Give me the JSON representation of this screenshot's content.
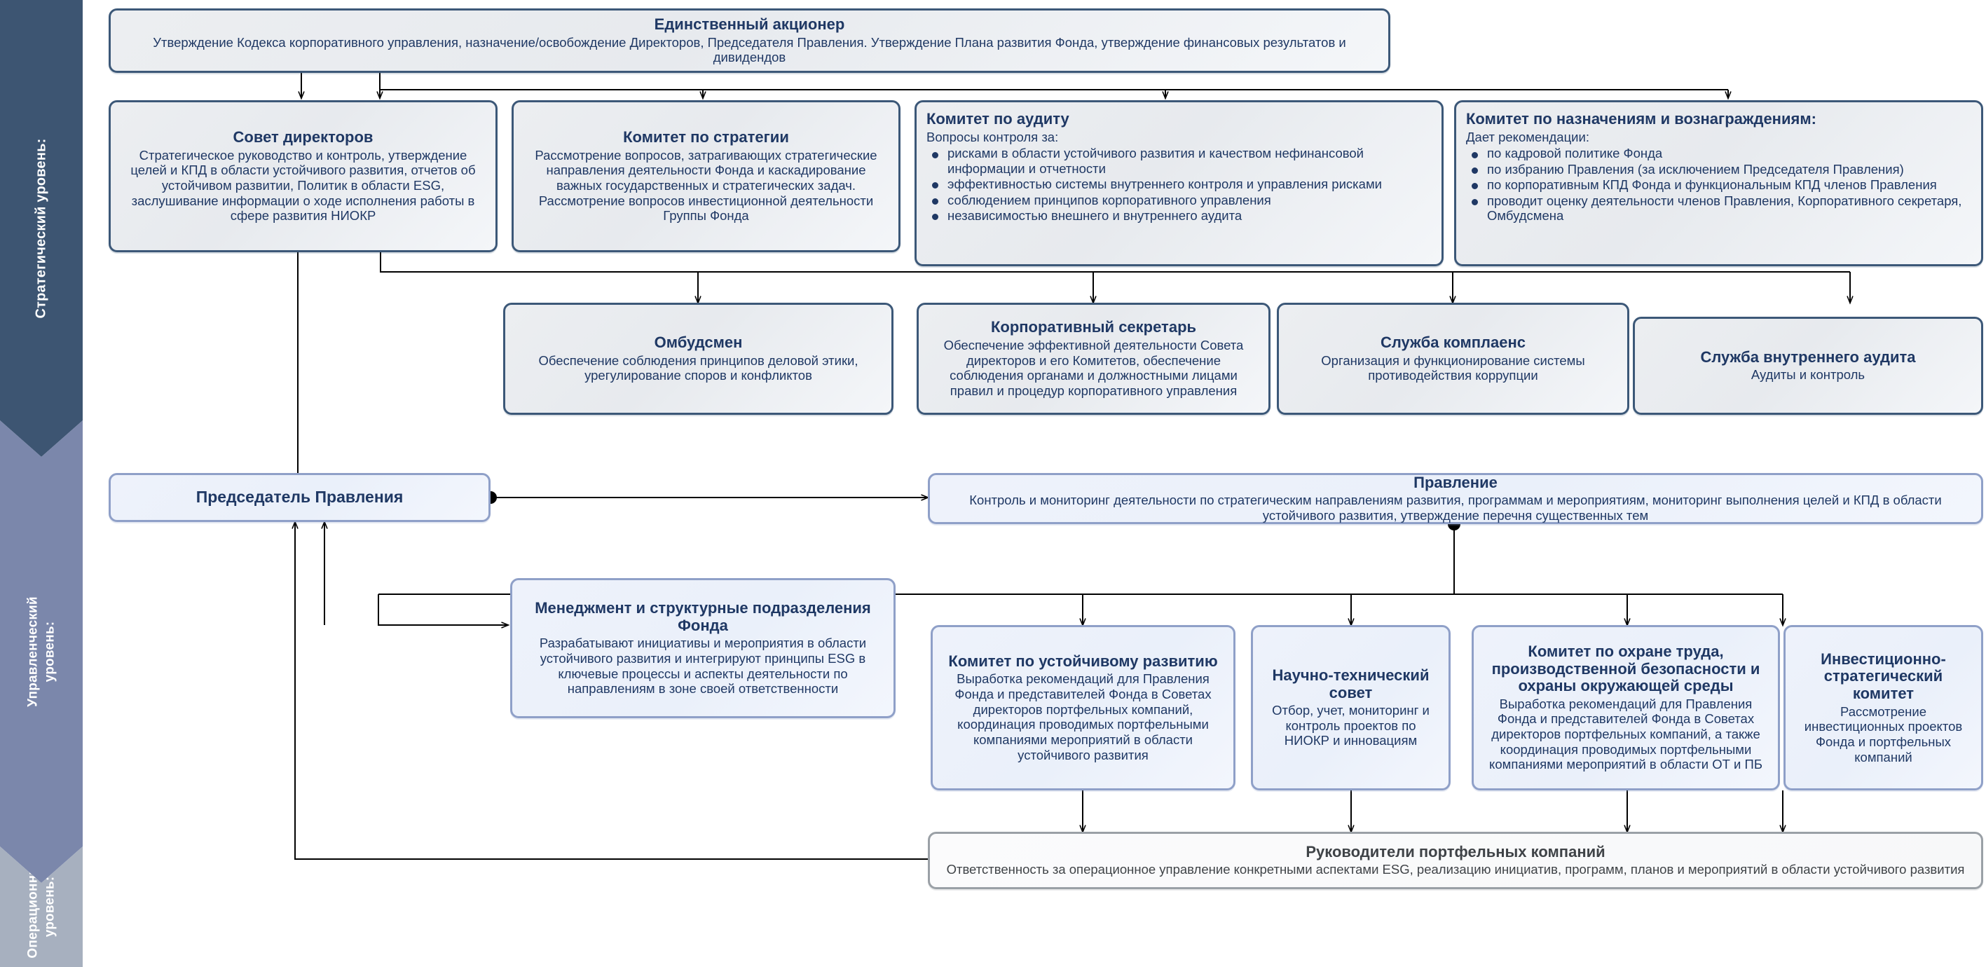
{
  "levels": [
    {
      "id": "strategic",
      "label": "Стратегический уровень:"
    },
    {
      "id": "managerial",
      "label": "Управленческий\nуровень:"
    },
    {
      "id": "operational",
      "label": "Операционный\nуровень:"
    }
  ],
  "nodes": {
    "sole_shareholder": {
      "title": "Единственный акционер",
      "desc": "Утверждение Кодекса корпоративного управления, назначение/освобождение Директоров, Председателя Правления. Утверждение Плана развития Фонда, утверждение финансовых результатов и дивидендов"
    },
    "board_of_directors": {
      "title": "Совет директоров",
      "desc": "Стратегическое руководство и контроль, утверждение целей и КПД в области устойчивого развития, отчетов об устойчивом развитии, Политик в области ESG, заслушивание информации о ходе исполнения работы в сфере развития НИОКР"
    },
    "strategy_committee": {
      "title": "Комитет по стратегии",
      "desc": "Рассмотрение вопросов, затрагивающих стратегические направления деятельности Фонда и каскадирование важных государственных и стратегических задач. Рассмотрение вопросов инвестиционной деятельности Группы Фонда"
    },
    "audit_committee": {
      "title": "Комитет по аудиту",
      "lead": "Вопросы контроля за:",
      "bullets": [
        "рисками в области устойчивого развития и качеством нефинансовой информации и отчетности",
        "эффективностью системы внутреннего контроля и управления рисками",
        "соблюдением принципов корпоративного управления",
        "независимостью внешнего и внутреннего аудита"
      ]
    },
    "nomination_committee": {
      "title": "Комитет по назначениям и вознаграждениям:",
      "lead": "Дает рекомендации:",
      "bullets": [
        "по кадровой политике Фонда",
        "по избранию Правления (за исключением Председателя Правления)",
        "по корпоративным КПД Фонда и функциональным КПД членов Правления",
        "проводит оценку деятельности членов Правления, Корпоративного секретаря, Омбудсмена"
      ]
    },
    "ombudsman": {
      "title": "Омбудсмен",
      "desc": "Обеспечение соблюдения принципов деловой этики, урегулирование споров и конфликтов"
    },
    "corporate_secretary": {
      "title": "Корпоративный секретарь",
      "desc": "Обеспечение эффективной деятельности Совета директоров и его Комитетов, обеспечение соблюдения органами и должностными лицами правил и процедур корпоративного управления"
    },
    "compliance_service": {
      "title": "Служба комплаенс",
      "desc": "Организация и функционирование системы противодействия коррупции"
    },
    "internal_audit_service": {
      "title": "Служба внутреннего аудита",
      "desc": "Аудиты и контроль"
    },
    "chairman_of_board": {
      "title": "Председатель Правления",
      "desc": ""
    },
    "management_board": {
      "title": "Правление",
      "desc": "Контроль и мониторинг деятельности по стратегическим направлениям развития, программам и мероприятиям, мониторинг выполнения целей и КПД в области устойчивого развития, утверждение перечня существенных тем"
    },
    "management_units": {
      "title": "Менеджмент и структурные подразделения Фонда",
      "desc": "Разрабатывают инициативы и мероприятия в области устойчивого развития и интегрируют принципы ESG в ключевые процессы и аспекты деятельности по направлениям в зоне своей ответственности"
    },
    "sustainability_committee": {
      "title": "Комитет по устойчивому развитию",
      "desc": "Выработка рекомендаций для Правления Фонда и представителей Фонда в Советах директоров портфельных компаний, координация проводимых портфельными компаниями мероприятий в области устойчивого развития"
    },
    "scientific_council": {
      "title": "Научно-технический совет",
      "desc": "Отбор, учет, мониторинг и контроль проектов по НИОКР и инновациям"
    },
    "hse_committee": {
      "title": "Комитет по охране труда, производственной безопасности и охраны окружающей среды",
      "desc": "Выработка рекомендаций для Правления Фонда и представителей Фонда в Советах директоров портфельных компаний, а также координация проводимых портфельными компаниями мероприятий в области ОТ и ПБ"
    },
    "investment_committee": {
      "title": "Инвестиционно-стратегический комитет",
      "desc": "Рассмотрение инвестиционных проектов Фонда и портфельных компаний"
    },
    "portfolio_heads": {
      "title": "Руководители портфельных компаний",
      "desc": "Ответственность за операционное управление конкретными аспектами ESG, реализацию инициатив, программ, планов и мероприятий в области устойчивого развития"
    }
  },
  "colors": {
    "strategic_ribbon": "#3d5572",
    "managerial_ribbon": "#7b87ab",
    "operational_ribbon": "#a7b0bf",
    "navy_border": "#3c5878",
    "periwinkle_border": "#8fa0c8",
    "grey_border": "#9aa0a6",
    "text_navy": "#1f3864",
    "text_grey": "#3f4347",
    "connector": "#000000"
  }
}
